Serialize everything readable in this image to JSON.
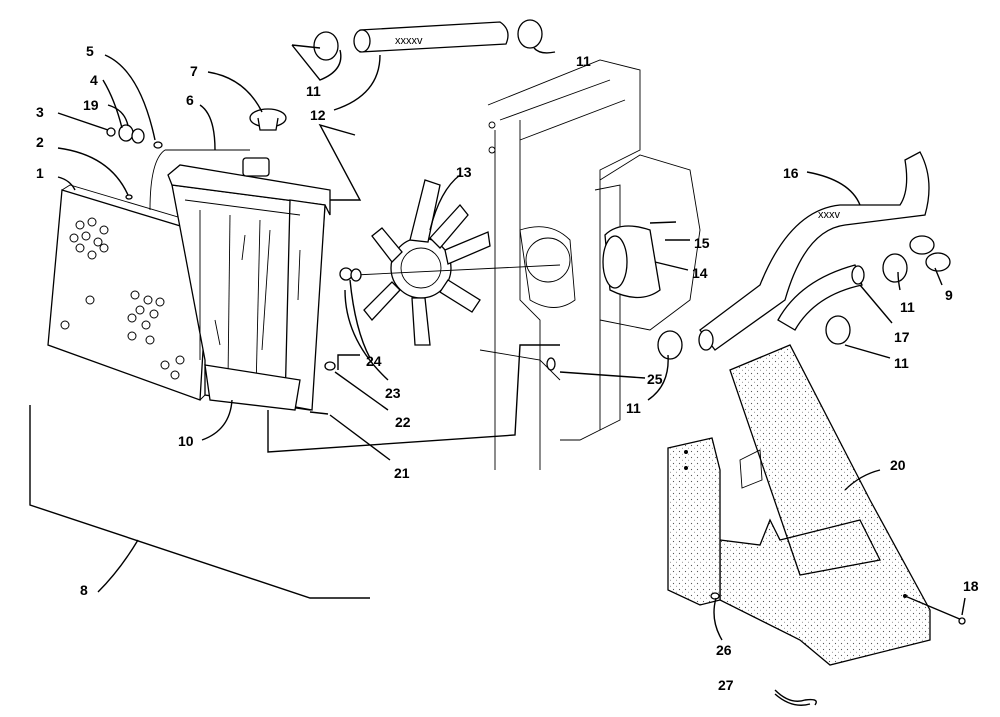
{
  "callouts": {
    "c1": "1",
    "c2": "2",
    "c3": "3",
    "c4": "4",
    "c5": "5",
    "c6": "6",
    "c7": "7",
    "c8": "8",
    "c9": "9",
    "c10": "10",
    "c11a": "11",
    "c11b": "11",
    "c11c": "11",
    "c11d": "11",
    "c11e": "11",
    "c12": "12",
    "c13": "13",
    "c14": "14",
    "c15": "15",
    "c16": "16",
    "c17": "17",
    "c18": "18",
    "c19": "19",
    "c20": "20",
    "c21": "21",
    "c22": "22",
    "c23": "23",
    "c24": "24",
    "c25": "25",
    "c26": "26",
    "c27": "27"
  }
}
